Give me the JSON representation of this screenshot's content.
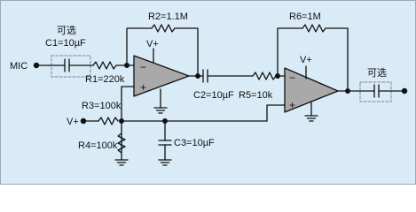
{
  "labels": {
    "mic": "MIC",
    "optional_in": "可选",
    "c1": "C1=10µF",
    "r1": "R1=220k",
    "r2": "R2=1.1M",
    "vplus_op1": "V+",
    "r3": "R3=100k",
    "vplus_bias": "V+",
    "r4": "R4=100k",
    "c3": "C3=10µF",
    "c2": "C2=10µF",
    "r5": "R5=10k",
    "r6": "R6=1M",
    "vplus_op2": "V+",
    "optional_out": "可选",
    "op1_minus": "−",
    "op1_plus": "+",
    "op2_minus": "−",
    "op2_plus": "+"
  },
  "colors": {
    "background": "#d8ebf6",
    "wire": "#111111",
    "opamp_fill": "#a9a9a9",
    "dashed_box": "#7a8896"
  }
}
